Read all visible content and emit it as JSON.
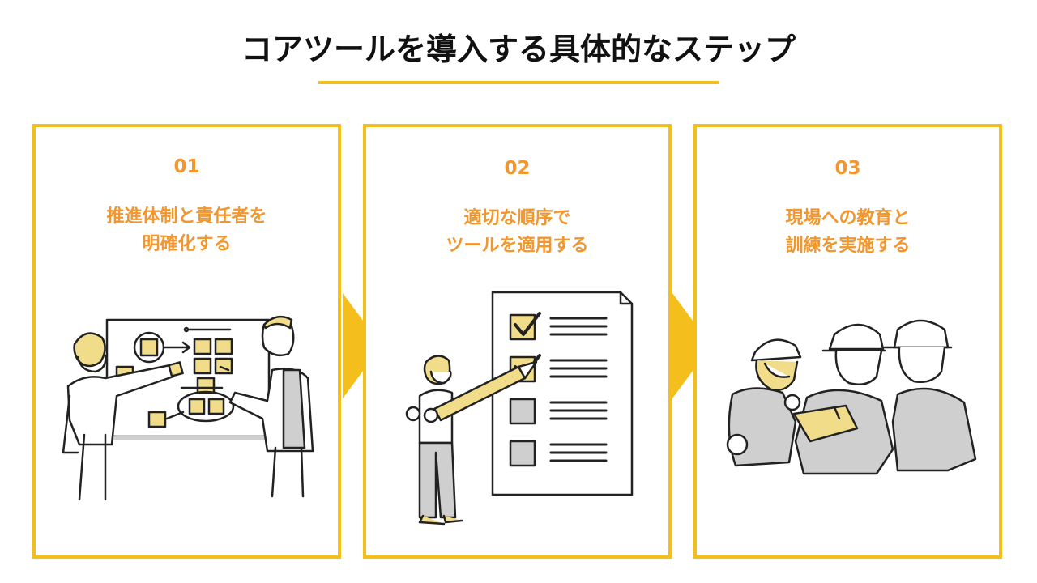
{
  "title": "コアツールを導入する具体的なステップ",
  "colors": {
    "accent": "#f4bf1c",
    "step_text": "#f2962e",
    "sticky_note": "#f1dc8a",
    "line": "#222222",
    "gray": "#cfcfcf"
  },
  "steps": [
    {
      "number": "01",
      "line1": "推進体制と責任者を",
      "line2": "明確化する",
      "icon": "team-planning-whiteboard-illustration"
    },
    {
      "number": "02",
      "line1": "適切な順序で",
      "line2": "ツールを適用する",
      "icon": "checklist-pencil-illustration"
    },
    {
      "number": "03",
      "line1": "現場への教育と",
      "line2": "訓練を実施する",
      "icon": "workers-training-illustration"
    }
  ],
  "arrows": [
    "chevron-right-icon",
    "chevron-right-icon"
  ]
}
